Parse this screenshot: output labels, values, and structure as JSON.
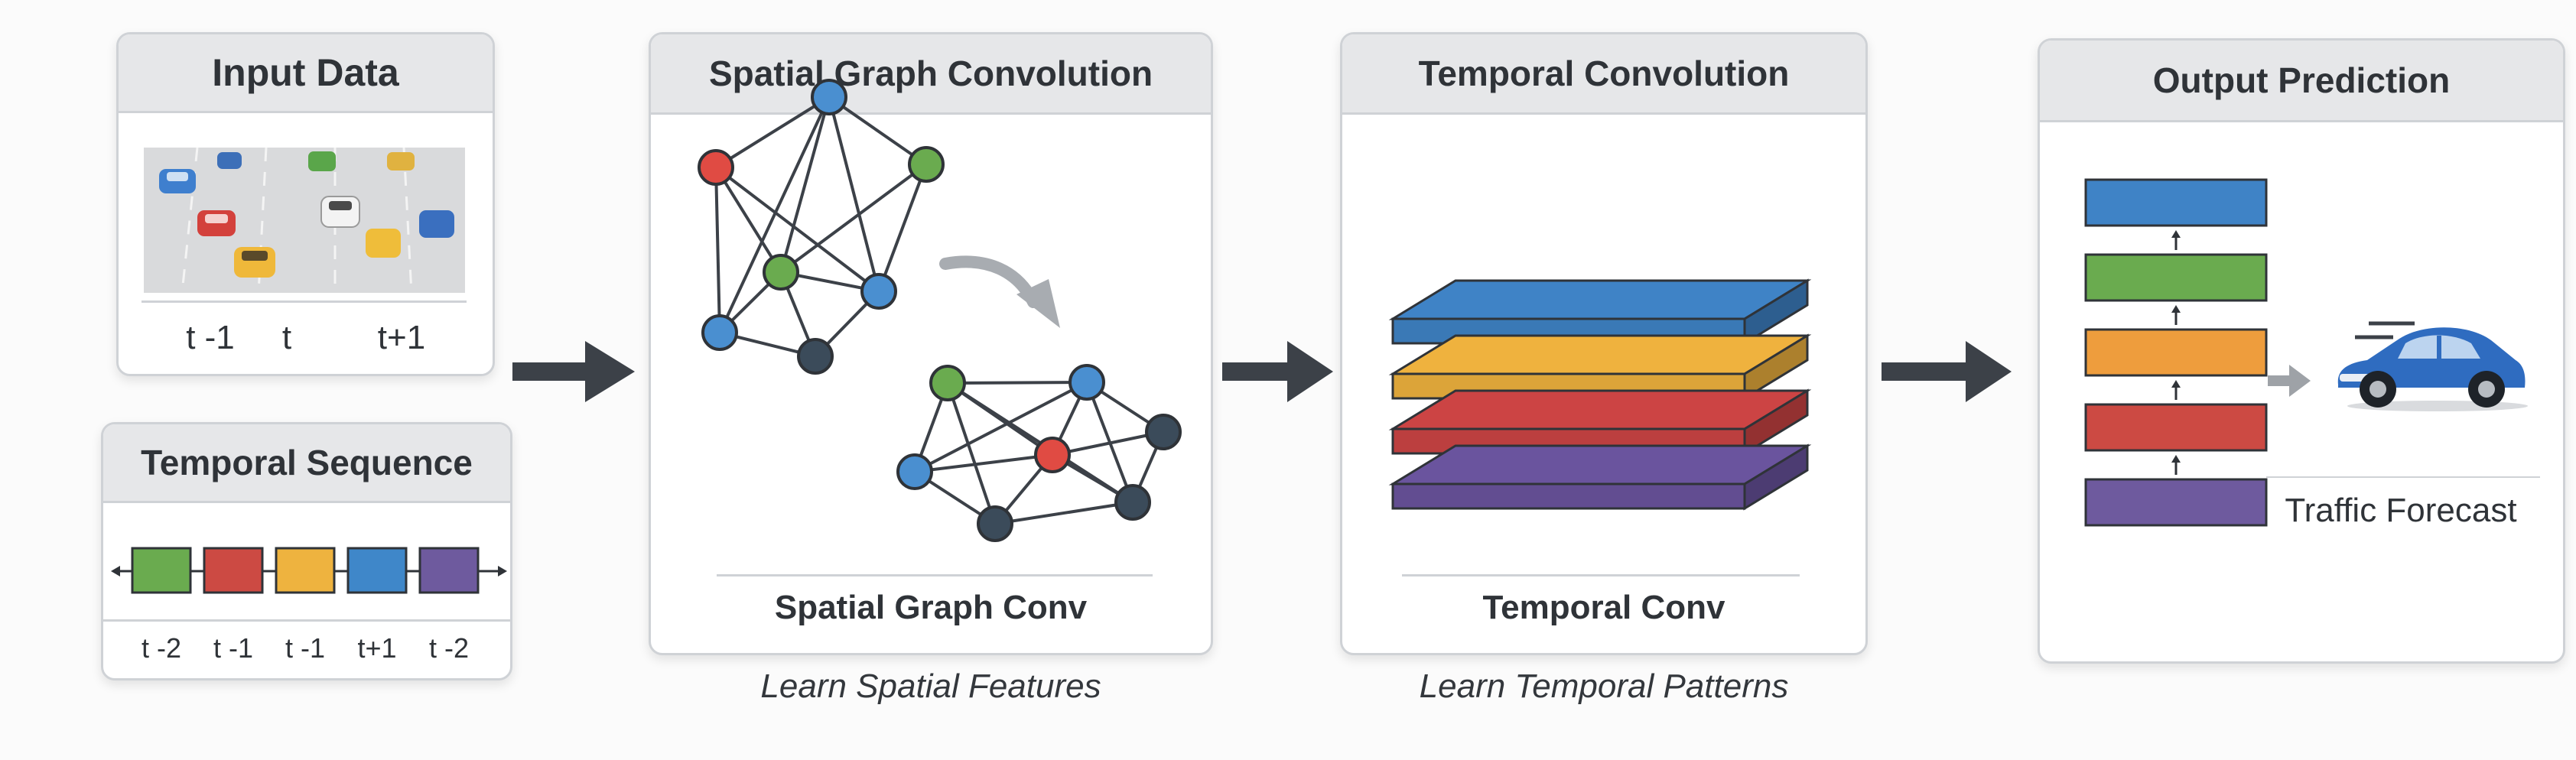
{
  "panels": {
    "input": {
      "title": "Input Data",
      "time_labels": [
        "t -1",
        "t",
        "t+1"
      ]
    },
    "sequence": {
      "title": "Temporal Sequence",
      "time_labels": [
        "t -2",
        "t -1",
        "t -1",
        "t+1",
        "t -2"
      ],
      "block_colors": [
        "#6aab4f",
        "#cc4a43",
        "#eeb33f",
        "#3f87c9",
        "#6e5a9e"
      ]
    },
    "spatial": {
      "title": "Spatial Graph Convolution",
      "label": "Spatial Graph Conv",
      "caption": "Learn Spatial Features"
    },
    "temporal": {
      "title": "Temporal Convolution",
      "label": "Temporal Conv",
      "caption": "Learn Temporal Patterns",
      "layer_colors": [
        "#3f83c6",
        "#efb23e",
        "#cc4444",
        "#6a549e"
      ]
    },
    "output": {
      "title": "Output Prediction",
      "label": "Traffic Forecast",
      "stack_colors": [
        "#3f83c6",
        "#6aab4f",
        "#ee9d3d",
        "#cc4a43",
        "#6e5a9e"
      ]
    }
  },
  "colors": {
    "node_blue": "#4a8fd0",
    "node_green": "#6aab4f",
    "node_red": "#e04b43",
    "node_dark": "#3b4b5a",
    "arrow": "#3c4148"
  }
}
